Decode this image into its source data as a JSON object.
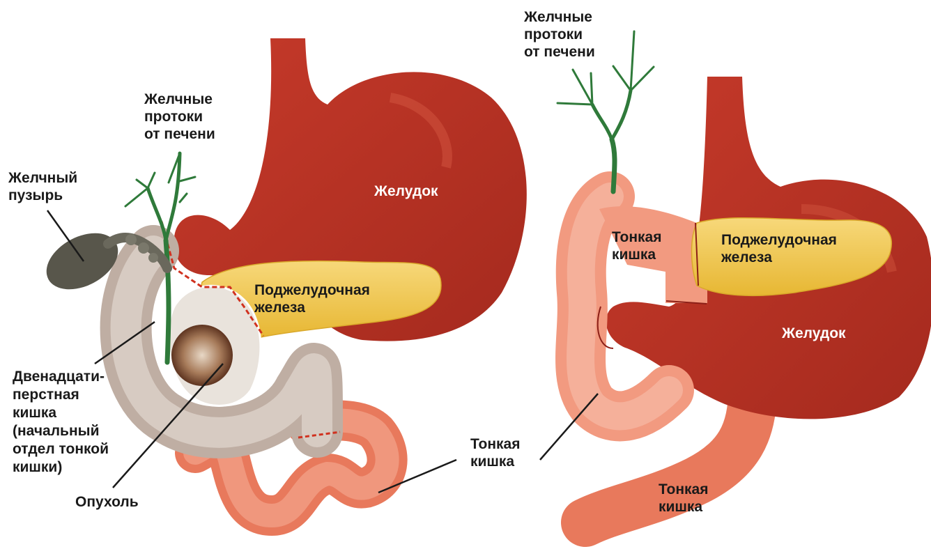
{
  "colors": {
    "stomach": "#b52f22",
    "stomach_dark": "#8c1f17",
    "pancreas": "#f2c94c",
    "small_intestine": "#f29a80",
    "intestine_dark": "#e2654a",
    "duodenum": "#cbbdb2",
    "bile_ducts": "#2f7a3a",
    "gallbladder": "#5d5b4f",
    "tumor": "#8a5a3c",
    "suture": "#d0311f",
    "label_text": "#1a1a1a",
    "label_on_stomach": "#ffffff"
  },
  "left": {
    "bile_ducts": [
      "Желчные",
      "протоки",
      "от печени"
    ],
    "gallbladder": [
      "Желчный",
      "пузырь"
    ],
    "stomach": "Желудок",
    "pancreas": [
      "Поджелудочная",
      "железа"
    ],
    "duodenum": [
      "Двенадцати-",
      "перстная",
      "кишка",
      "(начальный",
      "отдел тонкой",
      "кишки)"
    ],
    "tumor": "Опухоль",
    "small_intestine": [
      "Тонкая",
      "кишка"
    ]
  },
  "right": {
    "bile_ducts": [
      "Желчные",
      "протоки",
      "от печени"
    ],
    "small_intestine_top": [
      "Тонкая",
      "кишка"
    ],
    "pancreas": [
      "Поджелудочная",
      "железа"
    ],
    "stomach": "Желудок",
    "small_intestine_bottom": [
      "Тонкая",
      "кишка"
    ]
  }
}
